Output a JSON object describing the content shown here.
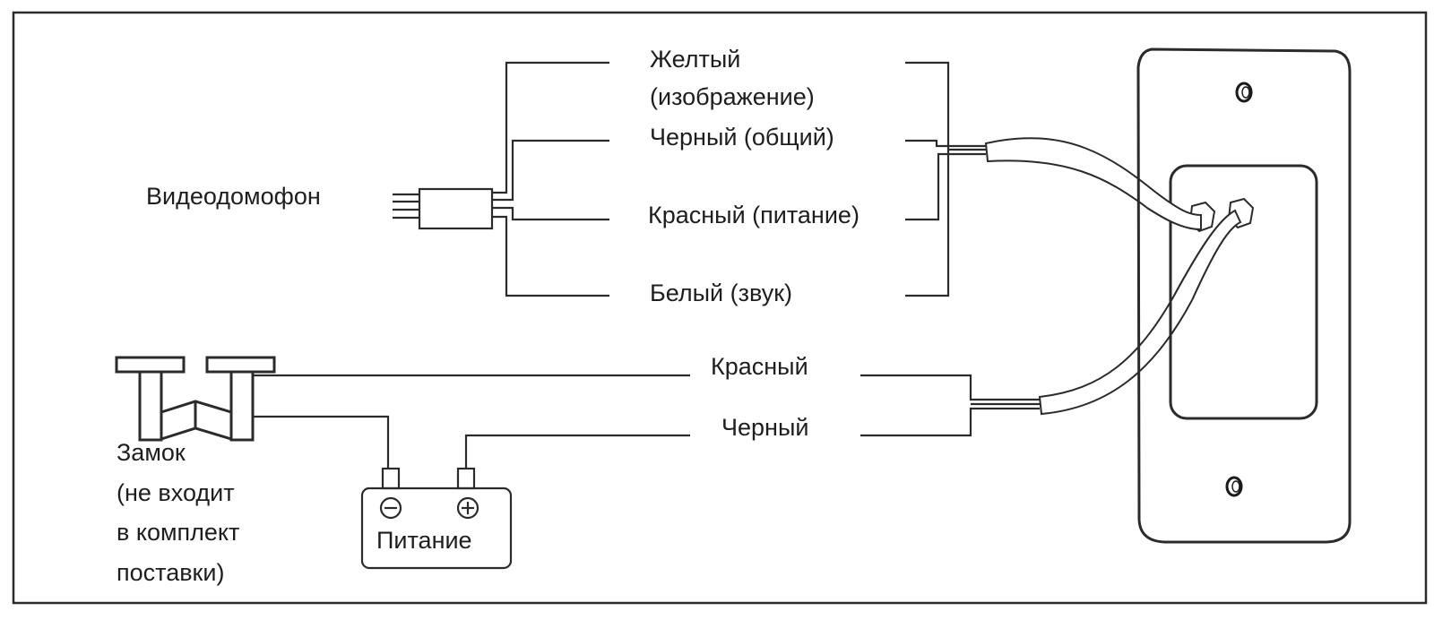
{
  "diagram": {
    "intercom_label": "Видеодомофон",
    "intercom_wires": [
      {
        "label_lines": [
          "Желтый",
          "(изображение)"
        ]
      },
      {
        "label_lines": [
          "Черный (общий)"
        ]
      },
      {
        "label_lines": [
          "Красный (питание)"
        ]
      },
      {
        "label_lines": [
          "Белый (звук)"
        ]
      }
    ],
    "lock_wires": [
      {
        "label": "Красный"
      },
      {
        "label": "Черный"
      }
    ],
    "lock_label_lines": [
      "Замок",
      "(не входит",
      "в комплект",
      "поставки)"
    ],
    "power": {
      "label": "Питание",
      "negative_symbol": "⊖",
      "positive_symbol": "⊕"
    },
    "line_color": "#2b2b2b",
    "background": "#ffffff"
  }
}
